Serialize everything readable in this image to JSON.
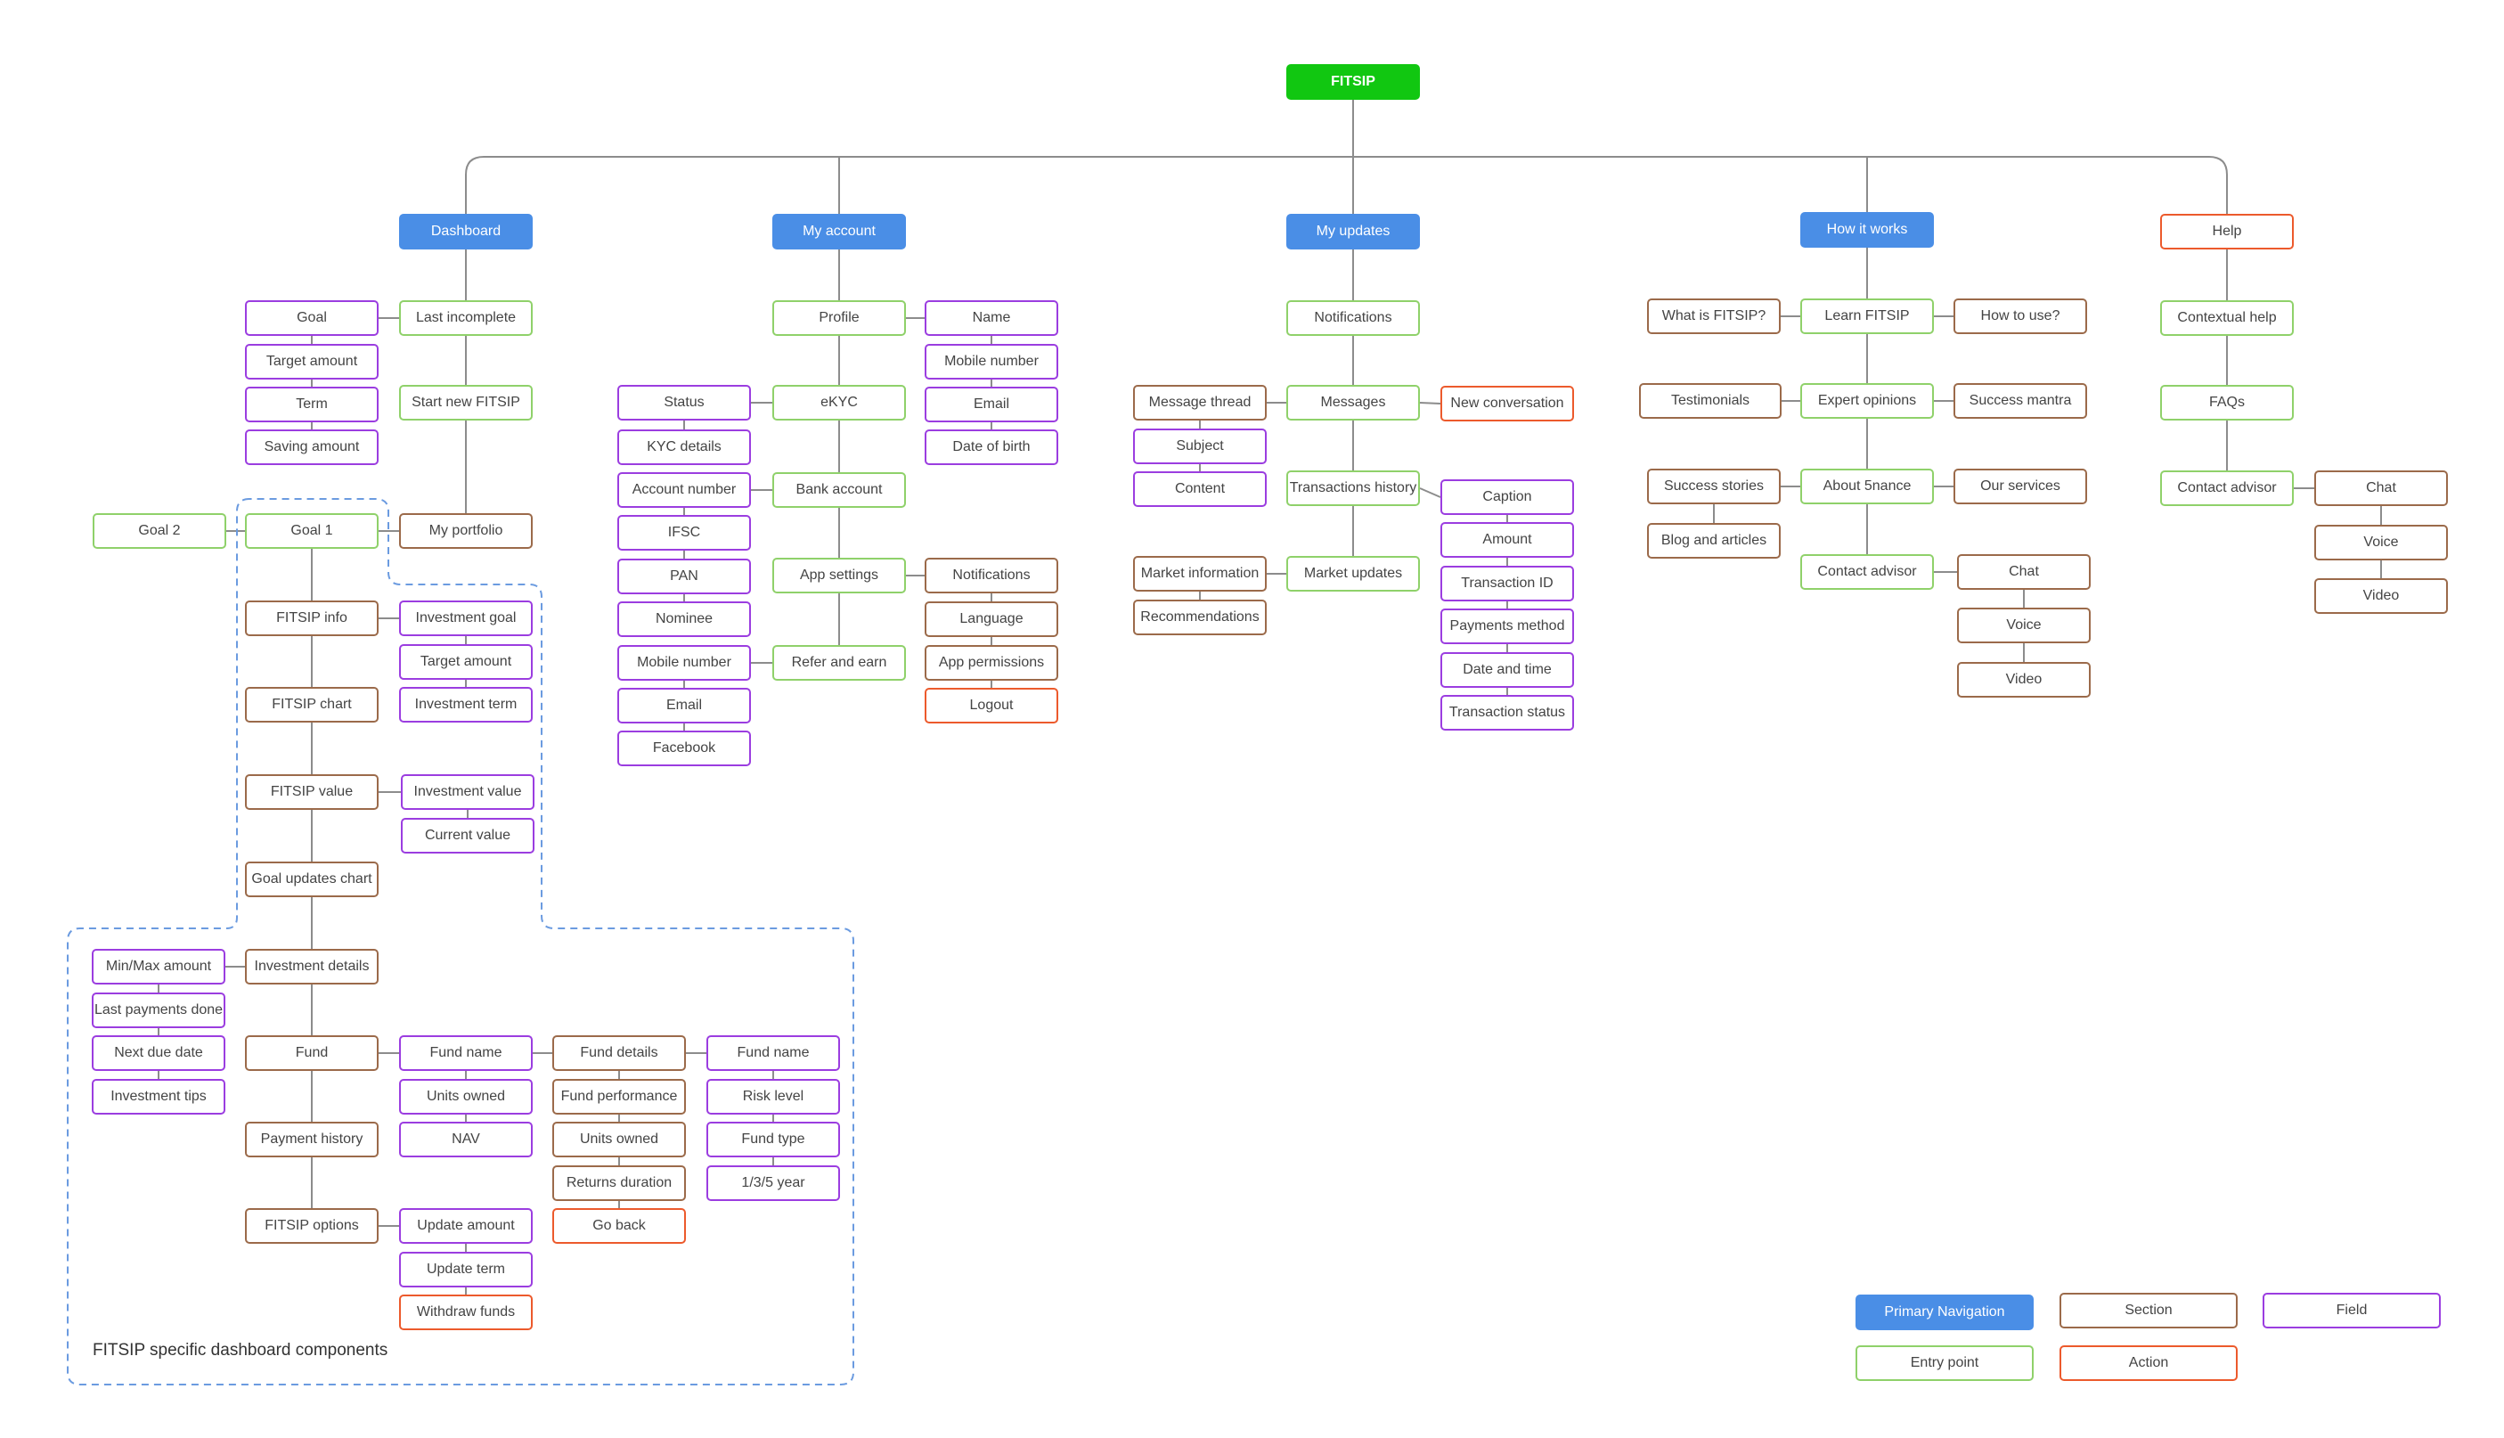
{
  "colors": {
    "primary_navigation": "#4a8ee6",
    "root": "#11c711",
    "entry_point": "#8fd16a",
    "section": "#9b6a4a",
    "field": "#9b3de0",
    "action": "#ec5a2c",
    "connector": "#8c8c8c",
    "dashed_region": "#6b9be0"
  },
  "root": "FITSIP",
  "primary_nav": [
    "Dashboard",
    "My account",
    "My updates",
    "How it works",
    "Help"
  ],
  "dashboard": {
    "last_incomplete": "Last incomplete",
    "start_new": "Start new FITSIP",
    "my_portfolio": "My portfolio",
    "goal_fields": [
      "Goal",
      "Target amount",
      "Term",
      "Saving amount"
    ],
    "goal1": "Goal 1",
    "goal2": "Goal 2",
    "fitsip_info": "FITSIP info",
    "fitsip_info_fields": [
      "Investment goal",
      "Target amount",
      "Investment term"
    ],
    "fitsip_chart": "FITSIP chart",
    "fitsip_value": "FITSIP value",
    "fitsip_value_fields": [
      "Investment value",
      "Current value"
    ],
    "goal_updates_chart": "Goal updates chart",
    "investment_details": "Investment details",
    "investment_details_fields": [
      "Min/Max amount",
      "Last payments done",
      "Next due date",
      "Investment tips"
    ],
    "fund": "Fund",
    "fund_fields": [
      "Fund name",
      "Units owned",
      "NAV"
    ],
    "fund_details": "Fund details",
    "fund_details_sections": [
      "Fund performance",
      "Units owned",
      "Returns duration"
    ],
    "go_back": "Go back",
    "fund_details_fields": [
      "Fund name",
      "Risk level",
      "Fund type",
      "1/3/5 year"
    ],
    "payment_history": "Payment history",
    "fitsip_options": "FITSIP options",
    "option_fields": [
      "Update amount",
      "Update term"
    ],
    "withdraw_funds": "Withdraw funds",
    "region_label": "FITSIP specific dashboard components"
  },
  "my_account": {
    "profile": "Profile",
    "profile_fields": [
      "Name",
      "Mobile number",
      "Email",
      "Date of birth"
    ],
    "ekyc": "eKYC",
    "ekyc_fields": [
      "Status",
      "KYC details"
    ],
    "bank_account": "Bank account",
    "bank_fields": [
      "Account number",
      "IFSC",
      "PAN",
      "Nominee"
    ],
    "app_settings": "App settings",
    "app_settings_sections": [
      "Notifications",
      "Language",
      "App permissions"
    ],
    "logout": "Logout",
    "refer_and_earn": "Refer and earn",
    "refer_fields": [
      "Mobile number",
      "Email",
      "Facebook"
    ]
  },
  "my_updates": {
    "notifications": "Notifications",
    "messages": "Messages",
    "message_thread": "Message thread",
    "message_fields": [
      "Subject",
      "Content"
    ],
    "new_conversation": "New conversation",
    "transactions_history": "Transactions history",
    "transaction_fields": [
      "Caption",
      "Amount",
      "Transaction ID",
      "Payments method",
      "Date and time",
      "Transaction status"
    ],
    "market_updates": "Market updates",
    "market_sections": [
      "Market information",
      "Recommendations"
    ]
  },
  "how_it_works": {
    "learn_fitsip": "Learn FITSIP",
    "what_is": "What is FITSIP?",
    "how_to_use": "How to use?",
    "expert_opinions": "Expert opinions",
    "testimonials": "Testimonials",
    "success_mantra": "Success mantra",
    "about": "About 5nance",
    "success_stories": "Success stories",
    "blog": "Blog and articles",
    "our_services": "Our services",
    "contact_advisor": "Contact advisor",
    "contact_channels": [
      "Chat",
      "Voice",
      "Video"
    ]
  },
  "help": {
    "contextual_help": "Contextual help",
    "faqs": "FAQs",
    "contact_advisor": "Contact advisor",
    "contact_channels": [
      "Chat",
      "Voice",
      "Video"
    ]
  },
  "legend": {
    "primary_navigation": "Primary Navigation",
    "section": "Section",
    "field": "Field",
    "entry_point": "Entry point",
    "action": "Action"
  }
}
